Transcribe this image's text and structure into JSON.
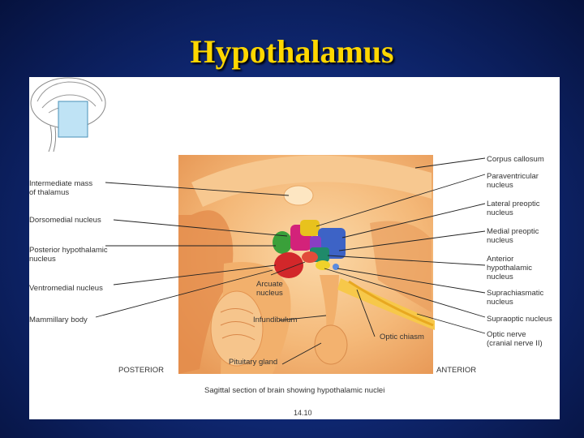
{
  "slide": {
    "title": "Hypothalamus"
  },
  "figure": {
    "labels_left": {
      "intermediate_mass": "Intermediate mass\nof thalamus",
      "dorsomedial": "Dorsomedial nucleus",
      "posterior_hypothalamic": "Posterior hypothalamic\nnucleus",
      "ventromedial": "Ventromedial nucleus",
      "mammillary": "Mammillary body"
    },
    "labels_center": {
      "arcuate": "Arcuate\nnucleus",
      "infundibulum": "Infundibulum",
      "pituitary": "Pituitary gland",
      "optic_chiasm": "Optic chiasm"
    },
    "labels_right": {
      "corpus_callosum": "Corpus callosum",
      "paraventricular": "Paraventricular\nnucleus",
      "lateral_preoptic": "Lateral preoptic\nnucleus",
      "medial_preoptic": "Medial preoptic\nnucleus",
      "anterior_hypothalamic": "Anterior\nhypothalamic\nnucleus",
      "suprachiasmatic": "Suprachiasmatic\nnucleus",
      "supraoptic": "Supraoptic nucleus",
      "optic_nerve": "Optic nerve\n(cranial nerve II)"
    },
    "orientation": {
      "posterior": "POSTERIOR",
      "anterior": "ANTERIOR"
    },
    "caption": "Sagittal section of brain showing hypothalamic nuclei",
    "figure_number": "14.10"
  }
}
